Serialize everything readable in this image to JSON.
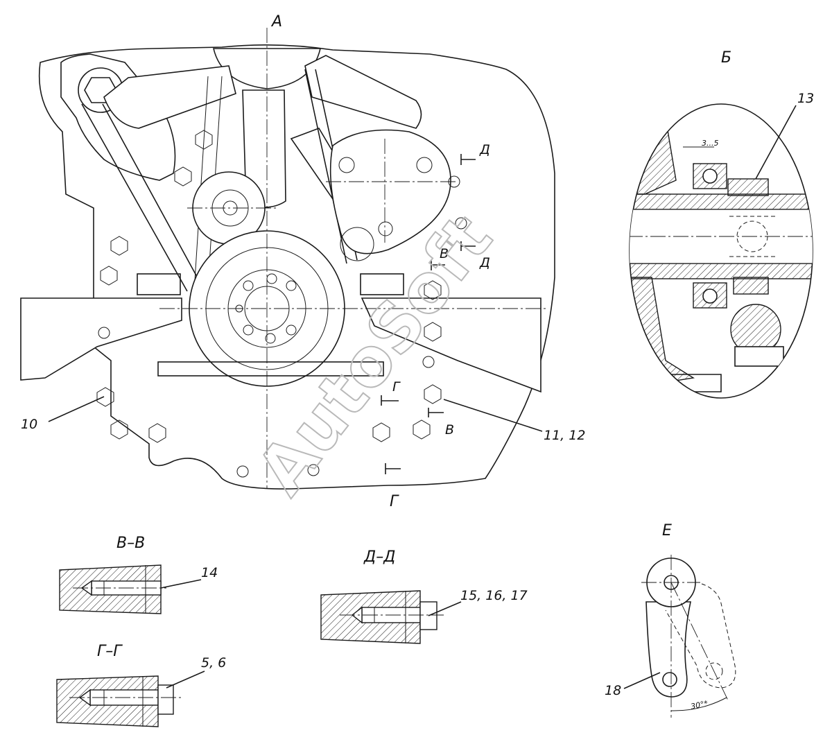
{
  "views": {
    "main_top": "А",
    "main_bottom": "Г",
    "b_view": "Б",
    "e_view": "Е",
    "section_vv": "В–В",
    "section_gg": "Г–Г",
    "section_dd": "Д–Д"
  },
  "cut_marks": {
    "d_upper": "Д",
    "d_lower": "Д",
    "v_upper": "В",
    "v_lower": "В",
    "g_mark": "Г"
  },
  "callouts": {
    "c10": "10",
    "c11_12": "11, 12",
    "c13": "13",
    "c14": "14",
    "c15_16_17": "15, 16, 17",
    "c5_6": "5, 6",
    "c18": "18"
  },
  "dimensions": {
    "gap": "3...5",
    "angle": "30°*"
  },
  "watermark": "AutoSoft"
}
